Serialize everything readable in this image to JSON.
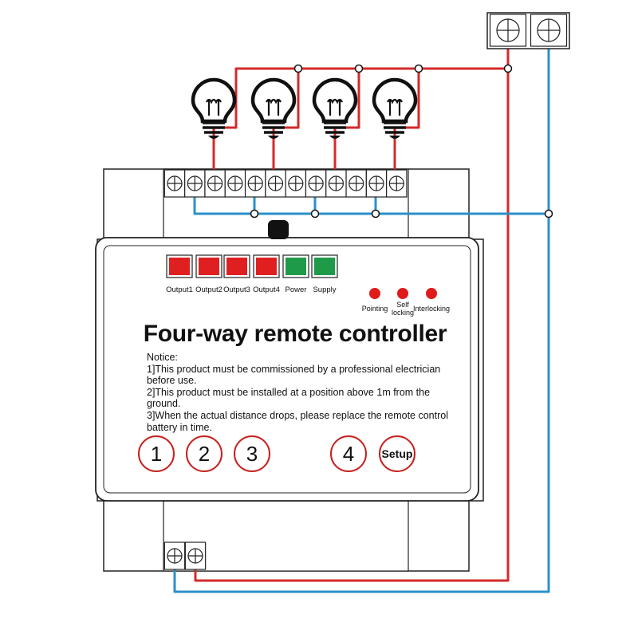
{
  "device": {
    "title": "Four-way remote controller",
    "leds": [
      {
        "label": "Output1",
        "color": "#e02020"
      },
      {
        "label": "Output2",
        "color": "#e02020"
      },
      {
        "label": "Output3",
        "color": "#e02020"
      },
      {
        "label": "Output4",
        "color": "#e02020"
      },
      {
        "label": "Power",
        "color": "#1f9a48"
      },
      {
        "label": "Supply",
        "color": "#1f9a48"
      }
    ],
    "modes": [
      {
        "label": "Pointing"
      },
      {
        "label": "Self locking"
      },
      {
        "label": "Interlocking"
      }
    ],
    "notice": [
      "Notice:",
      "1]This product must be commissioned by a professional electrician",
      "before use.",
      "2]This product must be installed at a position above 1m from the",
      "ground.",
      "3]When the actual distance drops, please replace the remote control",
      "battery in time."
    ],
    "buttons": [
      "1",
      "2",
      "3",
      "4",
      "Setup"
    ]
  },
  "colors": {
    "live_wire": "#d42a2a",
    "neutral_wire": "#2b90c8",
    "indicator_red": "#e01b1b",
    "button_ring": "#c8201d"
  },
  "icons": {
    "lamps": "light-bulb-icon",
    "terminal": "screw-terminal-icon"
  }
}
